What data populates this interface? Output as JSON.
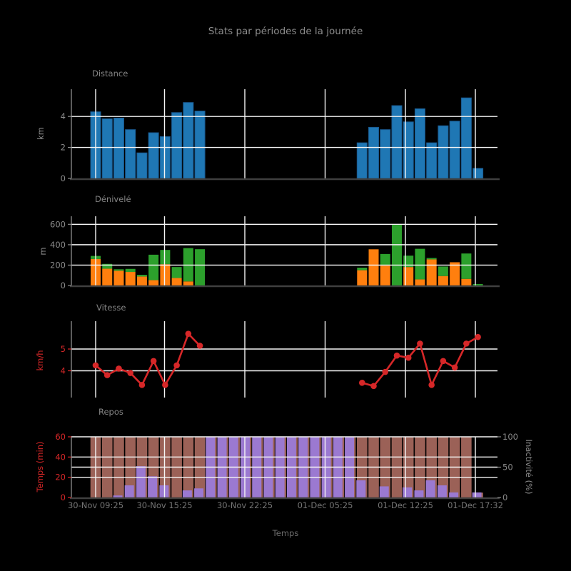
{
  "figure": {
    "title": "Stats par périodes de la journée",
    "xlabel": "Temps",
    "background": "#000000",
    "x_tick_labels": [
      "30-Nov 09:25",
      "30-Nov 15:25",
      "30-Nov 22:25",
      "01-Dec 05:25",
      "01-Dec 12:25",
      "01-Dec 17:32"
    ]
  },
  "colors": {
    "blue": "#1f77b4",
    "blue_edge": "#1a5a91",
    "orange": "#ff7f0e",
    "green": "#2ca02c",
    "red": "#d62728",
    "purple": "#9b79d1",
    "brown": "#9b6157",
    "grid": "#f5f5f5",
    "text_gray": "#8a8a8a",
    "tick_gray": "#757575",
    "spine_light": "#999999",
    "spine_dark": "#3f3f3f"
  },
  "chart_data": [
    {
      "id": "distance",
      "type": "bar",
      "title": "Distance",
      "ylabel": "km",
      "yticks": [
        0,
        2,
        4
      ],
      "ylim": [
        0,
        5.75
      ],
      "grid": true,
      "groups": [
        {
          "start_hour": 0,
          "values": [
            4.3,
            3.85,
            3.9,
            3.15,
            1.65,
            2.95,
            2.7,
            4.25,
            4.9,
            4.35
          ]
        },
        {
          "start_hour": 23,
          "values": [
            2.3,
            3.3,
            3.15,
            4.7,
            3.65,
            4.5,
            2.3,
            3.4,
            3.7,
            5.2,
            0.65
          ]
        }
      ]
    },
    {
      "id": "denivele",
      "type": "bar-stacked",
      "title": "Dénivelé",
      "ylabel": "m",
      "yticks": [
        0,
        200,
        400,
        600
      ],
      "ylim": [
        0,
        680
      ],
      "grid": true,
      "series": [
        {
          "name": "montee",
          "color": "#ff7f0e",
          "groups": [
            {
              "start_hour": 0,
              "values": [
                260,
                165,
                145,
                133,
                88,
                53,
                209,
                74,
                40,
                0
              ]
            },
            {
              "start_hour": 23,
              "values": [
                150,
                355,
                195,
                0,
                181,
                60,
                256,
                93,
                228,
                65,
                0
              ]
            }
          ]
        },
        {
          "name": "descente",
          "color": "#2ca02c",
          "groups": [
            {
              "start_hour": 0,
              "values": [
                30,
                47,
                14,
                30,
                17,
                249,
                140,
                107,
                327,
                356
              ]
            },
            {
              "start_hour": 23,
              "values": [
                25,
                0,
                114,
                595,
                112,
                300,
                14,
                93,
                0,
                249,
                14
              ]
            }
          ]
        }
      ]
    },
    {
      "id": "vitesse",
      "type": "line",
      "title": "Vitesse",
      "ylabel": "km/h",
      "yticks": [
        4,
        5
      ],
      "ylim": [
        3.0,
        6.5
      ],
      "grid": true,
      "groups": [
        {
          "start_hour": 0,
          "values": [
            4.25,
            3.8,
            4.1,
            3.9,
            3.35,
            4.45,
            3.35,
            4.25,
            5.7,
            5.15
          ]
        },
        {
          "start_hour": 23,
          "values": [
            3.45,
            3.3,
            3.95,
            4.7,
            4.6,
            5.25,
            3.35,
            4.45,
            4.15,
            5.25,
            5.55
          ]
        }
      ]
    },
    {
      "id": "repos",
      "type": "bar-dual-axis",
      "title": "Repos",
      "ylabel_left": "Temps (min)",
      "ylabel_right": "Inactivité (%)",
      "yticks_left": [
        0,
        20,
        40,
        60
      ],
      "yticks_right": [
        0,
        50,
        100
      ],
      "ylim_left": [
        0,
        60
      ],
      "ylim_right": [
        0,
        100
      ],
      "grid": true,
      "series": [
        {
          "name": "inactivite_pct",
          "axis": "right",
          "color": "#9b6157",
          "values": [
            100,
            100,
            100,
            100,
            100,
            100,
            100,
            100,
            100,
            100,
            100,
            100,
            100,
            100,
            100,
            100,
            100,
            100,
            100,
            100,
            100,
            100,
            100,
            100,
            100,
            100,
            100,
            100,
            100,
            100,
            100,
            100,
            100,
            8
          ]
        },
        {
          "name": "temps_min",
          "axis": "left",
          "color": "#9b79d1",
          "values": [
            0,
            0,
            2,
            12,
            31,
            21,
            12,
            0,
            7,
            9,
            60,
            60,
            60,
            60,
            60,
            60,
            60,
            60,
            60,
            60,
            60,
            60,
            60,
            17,
            0,
            11,
            0,
            10,
            7,
            17,
            12,
            5,
            0,
            5
          ]
        }
      ]
    }
  ]
}
